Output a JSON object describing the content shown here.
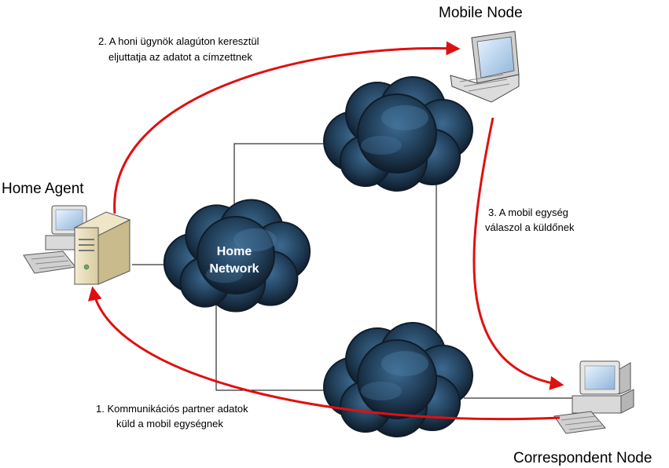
{
  "nodes": {
    "home_agent": "Home Agent",
    "mobile_node": "Mobile Node",
    "correspondent_node": "Correspondent Node"
  },
  "home_network": {
    "line1": "Home",
    "line2": "Network"
  },
  "steps": {
    "step1": {
      "line1": "1. Kommunikációs partner adatok",
      "line2": "küld a mobil egységnek"
    },
    "step2": {
      "line1": "2. A honi ügynök alagúton keresztül",
      "line2": "eljuttatja az adatot a címzettnek"
    },
    "step3": {
      "line1": "3. A mobil egység",
      "line2": "válaszol a küldőnek"
    }
  },
  "colors": {
    "flow_arrow": "#e01010",
    "cloud_dark": "#0f1c2a",
    "cloud_light": "#3d6a90",
    "link_line": "#000000"
  },
  "icons": {
    "home_agent": "desktop-server-icon",
    "mobile_node": "laptop-icon",
    "correspondent_node": "desktop-computer-icon",
    "network": "cloud-icon"
  }
}
